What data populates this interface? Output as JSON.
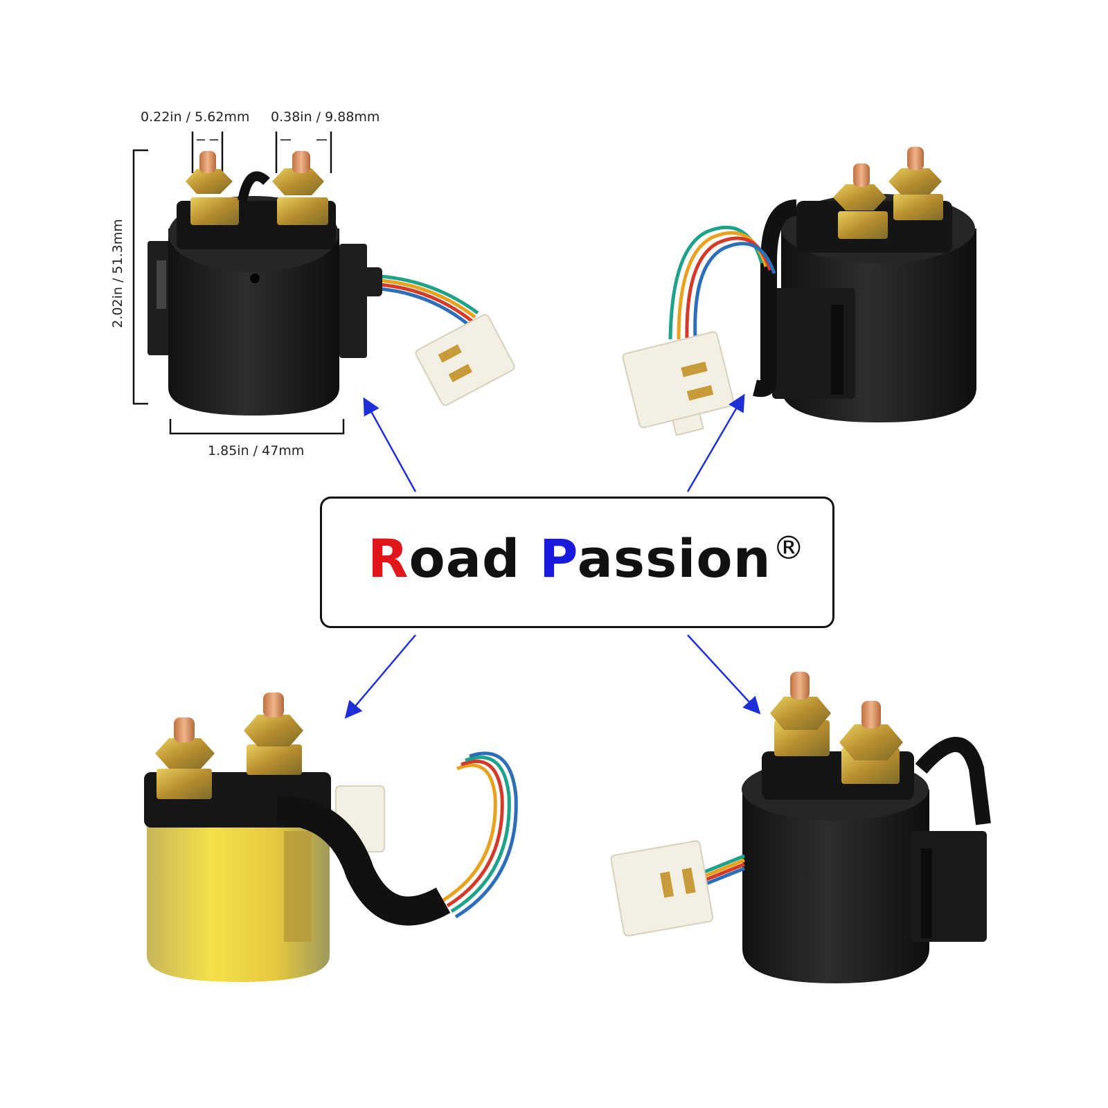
{
  "dimensions": {
    "terminal_diameter": "0.22in / 5.62mm",
    "terminal_nut": "0.38in / 9.88mm",
    "height": "2.02in / 51.3mm",
    "width": "1.85in / 47mm"
  },
  "brand": {
    "word1_initial": "R",
    "word1_rest": "oad",
    "word2_initial": "P",
    "word2_rest": "assion",
    "registered": "®"
  },
  "colors": {
    "brand_red": "#e0161b",
    "brand_blue": "#1a1adc",
    "arrow_blue": "#1f2fd8",
    "solenoid_black": "#1b1b1b",
    "terminal_copper": "#d98a5a",
    "nut_brass": "#c9a63a",
    "connector_white": "#f3efe2"
  },
  "wire_colors": [
    "#1fa28a",
    "#e8a21d",
    "#d33a2a",
    "#2c6fb8"
  ]
}
